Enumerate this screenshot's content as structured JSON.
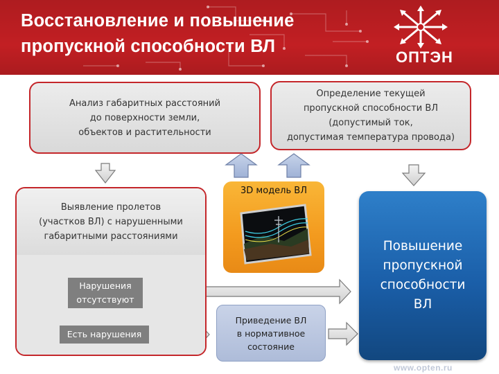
{
  "header": {
    "title": "Восстановление и повышение\nпропускной способности ВЛ",
    "logo_text": "ОПТЭН",
    "background_color": "#c21f23"
  },
  "boxes": {
    "analysis": "Анализ габаритных расстояний\nдо поверхности земли,\nобъектов и растительности",
    "capacity": "Определение текущей\nпропускной способности ВЛ\n(допустимый ток,\nдопустимая температура провода)",
    "detection": "Выявление пролетов\n(участков ВЛ) с нарушенными\nгабаритными расстояниями",
    "no_violations": "Нарушения\nотсутствуют",
    "violations": "Есть нарушения",
    "model_3d": "3D модель ВЛ",
    "restore": "Приведение ВЛ\nв нормативное\nсостояние",
    "increase": "Повышение\nпропускной\nспособности\nВЛ"
  },
  "colors": {
    "accent_red": "#c4262a",
    "blue_box": "#1a5ea8",
    "orange_box": "#f39a1e",
    "light_blue_box": "#b8c5df",
    "gray_tag": "#7f7f7f"
  },
  "footer": {
    "url": "www.opten.ru"
  }
}
